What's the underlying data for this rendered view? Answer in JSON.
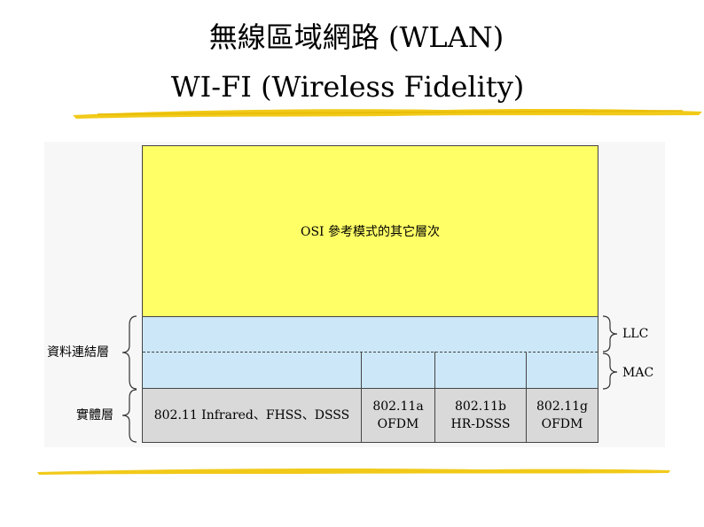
{
  "title": {
    "line1": "無線區域網路 (WLAN)",
    "line2": "WI-FI (Wireless Fidelity)"
  },
  "diagram": {
    "upper_layers_label": "OSI 參考模式的其它層次",
    "data_link_label": "資料連結層",
    "physical_label": "實體層",
    "llc_label": "LLC",
    "mac_label": "MAC",
    "physical_cells": [
      {
        "line1": "802.11 Infrared、FHSS、DSSS",
        "line2": ""
      },
      {
        "line1": "802.11a",
        "line2": "OFDM"
      },
      {
        "line1": "802.11b",
        "line2": "HR-DSSS"
      },
      {
        "line1": "802.11g",
        "line2": "OFDM"
      }
    ],
    "colors": {
      "upper": "#ffff66",
      "datalink": "#cce8f8",
      "physical": "#d9d9d9",
      "brush": "#f0c400"
    }
  }
}
